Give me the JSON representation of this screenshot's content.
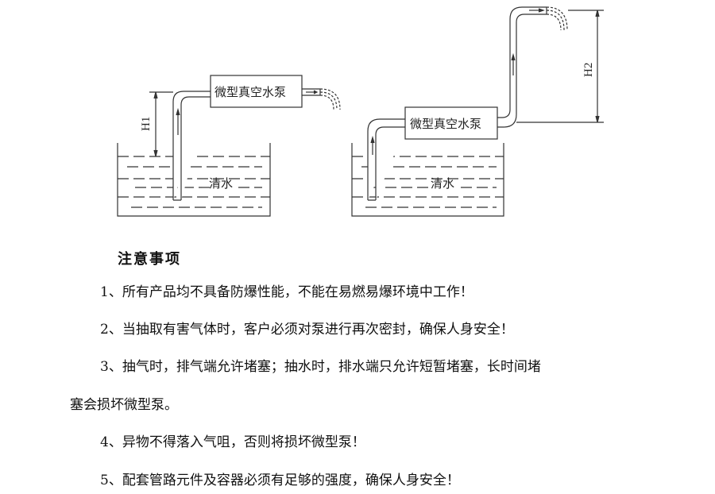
{
  "diagram_left": {
    "pump_label": "微型真空水泵",
    "water_label": "清水",
    "height_label": "H1"
  },
  "diagram_right": {
    "pump_label": "微型真空水泵",
    "water_label": "清水",
    "height_label": "H2"
  },
  "notes": {
    "title": "注意事项",
    "items": [
      "1、所有产品均不具备防爆性能，不能在易燃易爆环境中工作！",
      "2、当抽取有害气体时，客户必须对泵进行再次密封，确保人身安全！",
      "3、抽气时，排气端允许堵塞；抽水时，排水端只允许短暂堵塞，长时间堵",
      "塞会损坏微型泵。",
      "4、异物不得落入气咀，否则将损坏微型泵！",
      "5、配套管路元件及容器必须有足够的强度，确保人身安全！"
    ]
  }
}
